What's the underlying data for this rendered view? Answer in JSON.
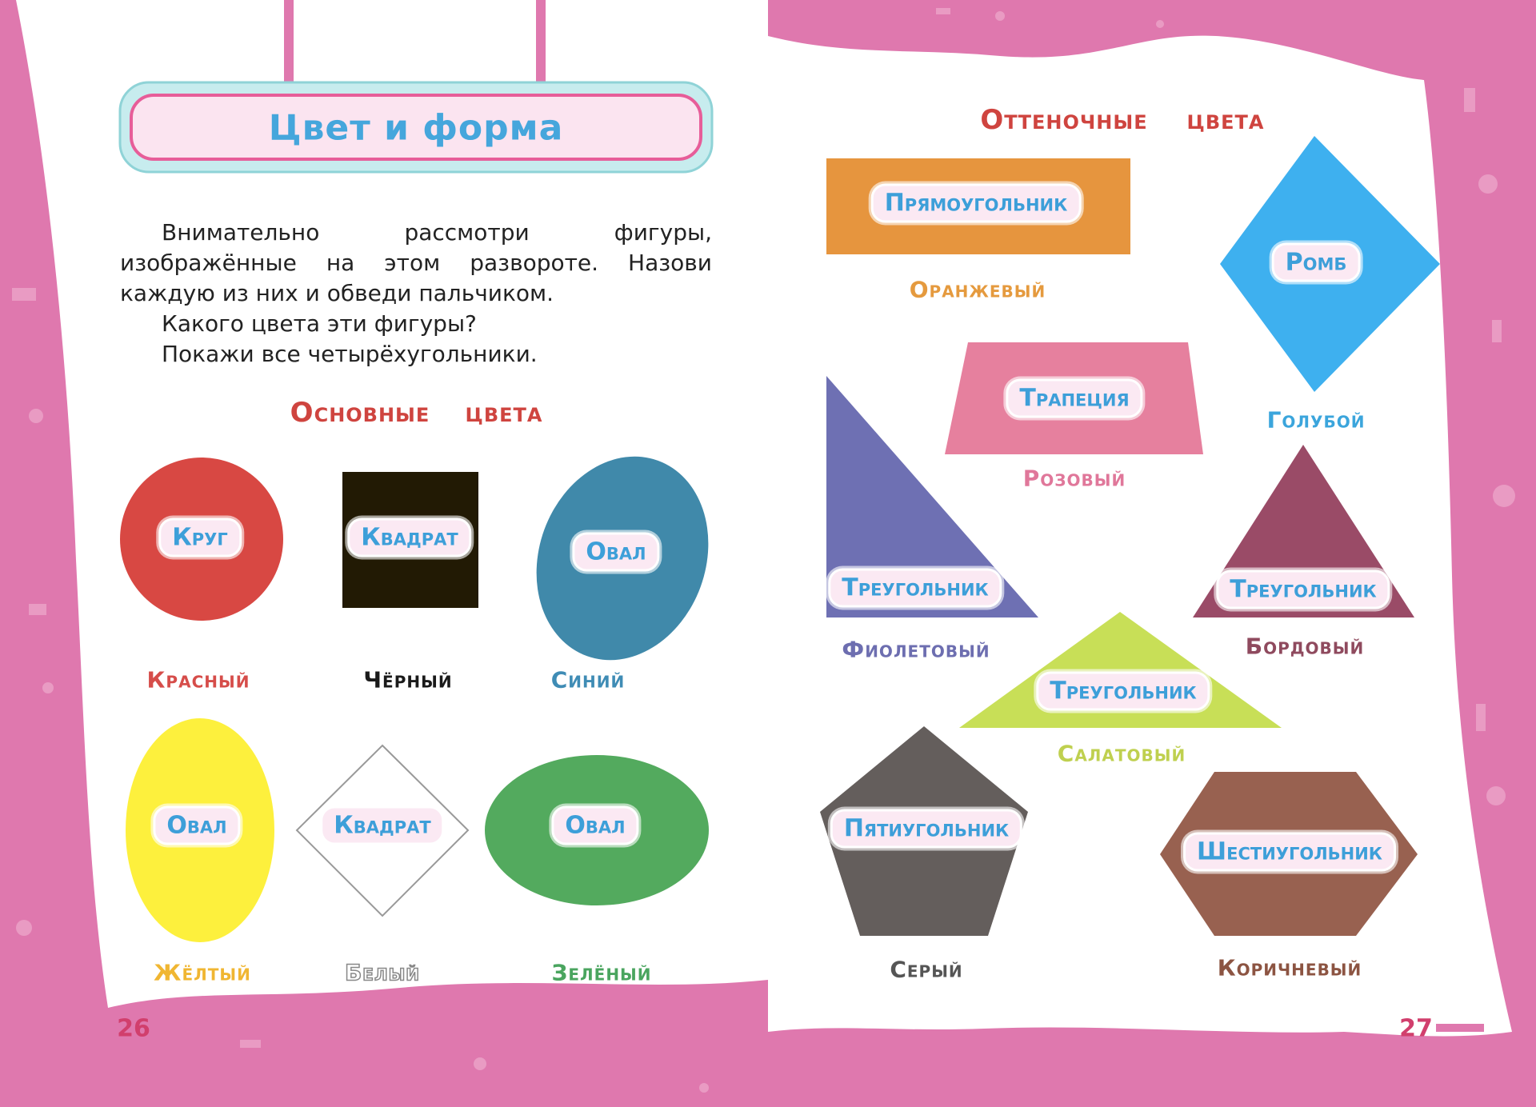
{
  "title": "Цвет и форма",
  "intro": {
    "paragraph1": "Внимательно рассмотри фигуры, изображённые на этом развороте. Назови каждую из них и обведи пальчиком.",
    "question1": "Какого цвета эти фигуры?",
    "question2": "Покажи все четырёхугольники."
  },
  "left_page": {
    "heading_main": "Основные",
    "heading_colors": "цвета",
    "shapes": [
      {
        "name": "Круг",
        "color_name": "Красный",
        "fill": "#d84843",
        "label_color": "#d64d4a"
      },
      {
        "name": "Квадрат",
        "color_name": "Чёрный",
        "fill": "#221a04",
        "label_color": "#1a1a1a"
      },
      {
        "name": "Овал",
        "color_name": "Синий",
        "fill": "#4089aa",
        "label_color": "#3f8cb5"
      },
      {
        "name": "Овал",
        "color_name": "Жёлтый",
        "fill": "#fdf03d",
        "label_color": "#f0b632"
      },
      {
        "name": "Квадрат",
        "color_name": "Белый",
        "fill": "#ffffff",
        "label_color": "#ffffff"
      },
      {
        "name": "Овал",
        "color_name": "Зелёный",
        "fill": "#53aa5e",
        "label_color": "#4aa55f"
      }
    ],
    "page_number": "26"
  },
  "right_page": {
    "heading_shade": "Оттеночные",
    "heading_colors": "цвета",
    "shapes": [
      {
        "name": "Прямоугольник",
        "color_name": "Оранжевый",
        "fill": "#e6953e",
        "label_color": "#e59a3e"
      },
      {
        "name": "Ромб",
        "color_name": "Голубой",
        "fill": "#3eb0ef",
        "label_color": "#3ba5dc"
      },
      {
        "name": "Трапеция",
        "color_name": "Розовый",
        "fill": "#e6809e",
        "label_color": "#e0779a"
      },
      {
        "name": "Треугольник",
        "color_name": "Фиолетовый",
        "fill": "#6e70b3",
        "label_color": "#6d6eb0"
      },
      {
        "name": "Треугольник",
        "color_name": "Бордовый",
        "fill": "#9a4b67",
        "label_color": "#8f4a5e"
      },
      {
        "name": "Треугольник",
        "color_name": "Салатовый",
        "fill": "#c8df57",
        "label_color": "#bfd04f"
      },
      {
        "name": "Пятиугольник",
        "color_name": "Серый",
        "fill": "#645e5c",
        "label_color": "#555555"
      },
      {
        "name": "Шестиугольник",
        "color_name": "Коричневый",
        "fill": "#986150",
        "label_color": "#8c5442"
      }
    ],
    "page_number": "27"
  },
  "colors": {
    "background_pink": "#df78ae",
    "page_white": "#ffffff",
    "title_blue": "#45a6dc",
    "heading_red": "#cf443f",
    "page_number": "#d13f6d"
  }
}
